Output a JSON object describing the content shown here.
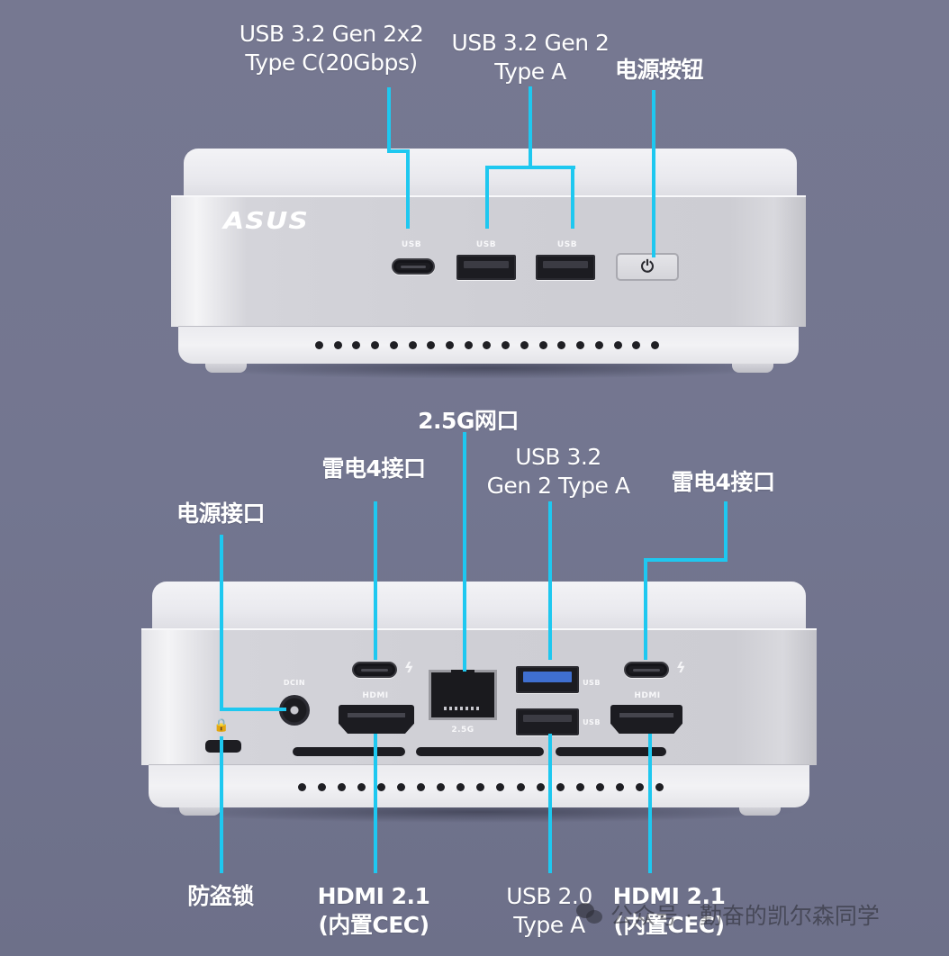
{
  "colors": {
    "background": "#767891",
    "leader_line": "#1ec8f0",
    "label_text": "#ffffff",
    "device_body": "#d0d0d6"
  },
  "front_view": {
    "brand_logo": "ASUS",
    "labels": {
      "usb_c": [
        "USB 3.2 Gen 2x2",
        "Type C(20Gbps)"
      ],
      "usb_a": [
        "USB 3.2 Gen 2",
        "Type A"
      ],
      "power_button": "电源按钮"
    },
    "port_markings": {
      "usb_c": "USB",
      "usb_a_1": "USB",
      "usb_a_2": "USB"
    },
    "power_button_glyph": "⏻",
    "vent_holes": 19
  },
  "rear_view": {
    "labels_top": {
      "lan": "2.5G网口",
      "thunderbolt_left": "雷电4接口",
      "usb32": [
        "USB 3.2",
        "Gen 2 Type A"
      ],
      "thunderbolt_right": "雷电4接口",
      "dc_in": "电源接口"
    },
    "labels_bottom": {
      "kensington_lock": "防盗锁",
      "hdmi_left": [
        "HDMI 2.1",
        "(内置CEC)"
      ],
      "usb20": [
        "USB 2.0",
        "Type A"
      ],
      "hdmi_right": [
        "HDMI 2.1",
        "(内置CEC)"
      ]
    },
    "port_markings": {
      "dc": "DCIN",
      "hdmi_left": "HDMI",
      "hdmi_right": "HDMI",
      "lan": "2.5G",
      "usb_blue": "USB",
      "usb_black": "USB",
      "thunderbolt_glyph": "ϟ"
    },
    "vent_holes": 19
  },
  "watermark": {
    "icon": "wechat-icon",
    "text": "公众号 · 勤奋的凯尔森同学"
  }
}
